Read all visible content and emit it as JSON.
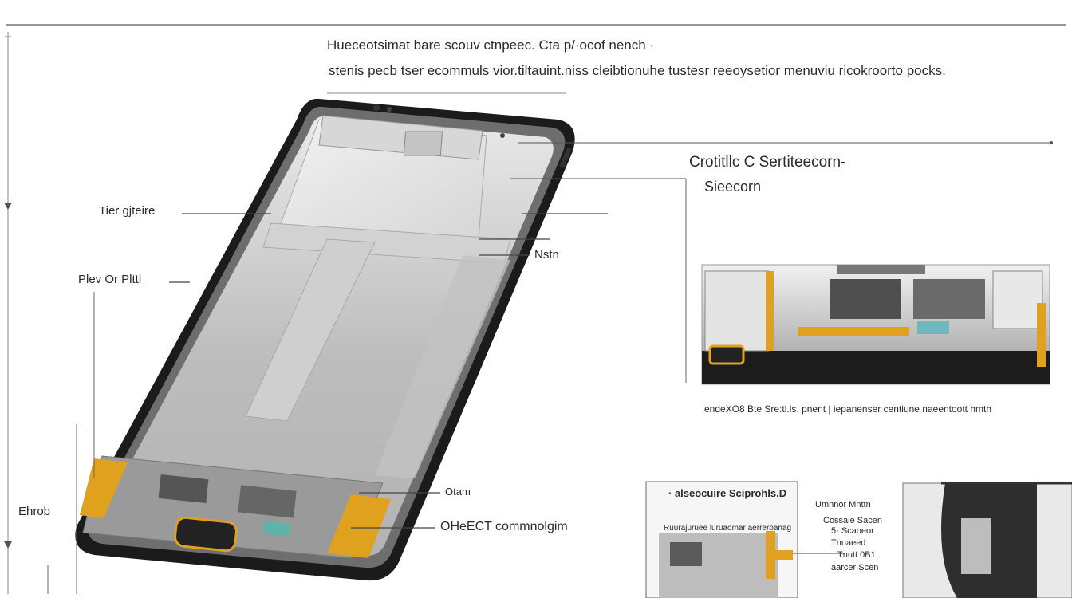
{
  "header": {
    "line1": "Hueceotsimat bare scouv ctnpeec.  Cta p/·ocof nench ·",
    "line2": "stenis pecb tser ecommuls vior.tiltauint.niss cleibtionuhe tustesr reeoysetior menuviu ricokroorto pocks."
  },
  "callout": {
    "title": "Crotitllc C Sertiteecorn-",
    "subtitle": "Sieecorn"
  },
  "labels": {
    "tier": "Tier gjteire",
    "plev": "Plev Or Plttl",
    "nstn": "Nstn",
    "ehrob": "Ehrob",
    "otam": "Otam",
    "oheb": "OHeECT commnolgim"
  },
  "caption": "endeXO8 Bte Sre:tl.ls. pnent | iepanenser centiune naeentoott hmth",
  "inset": {
    "title": "· alseocuire Sciprohls.D",
    "subtitle": "Ruurajuruee luruaomar aerreroanag",
    "notes": [
      "Umnnor Mnttn",
      "Cossaie Sacen",
      "5· Scaoeor",
      "Tnuaeed",
      "Tnutt 0B1",
      "aarcer Scen"
    ]
  },
  "colors": {
    "frame": "#1b1b1b",
    "screen": "#c9c9c9",
    "board": "#e0a21e",
    "line": "#444444"
  }
}
